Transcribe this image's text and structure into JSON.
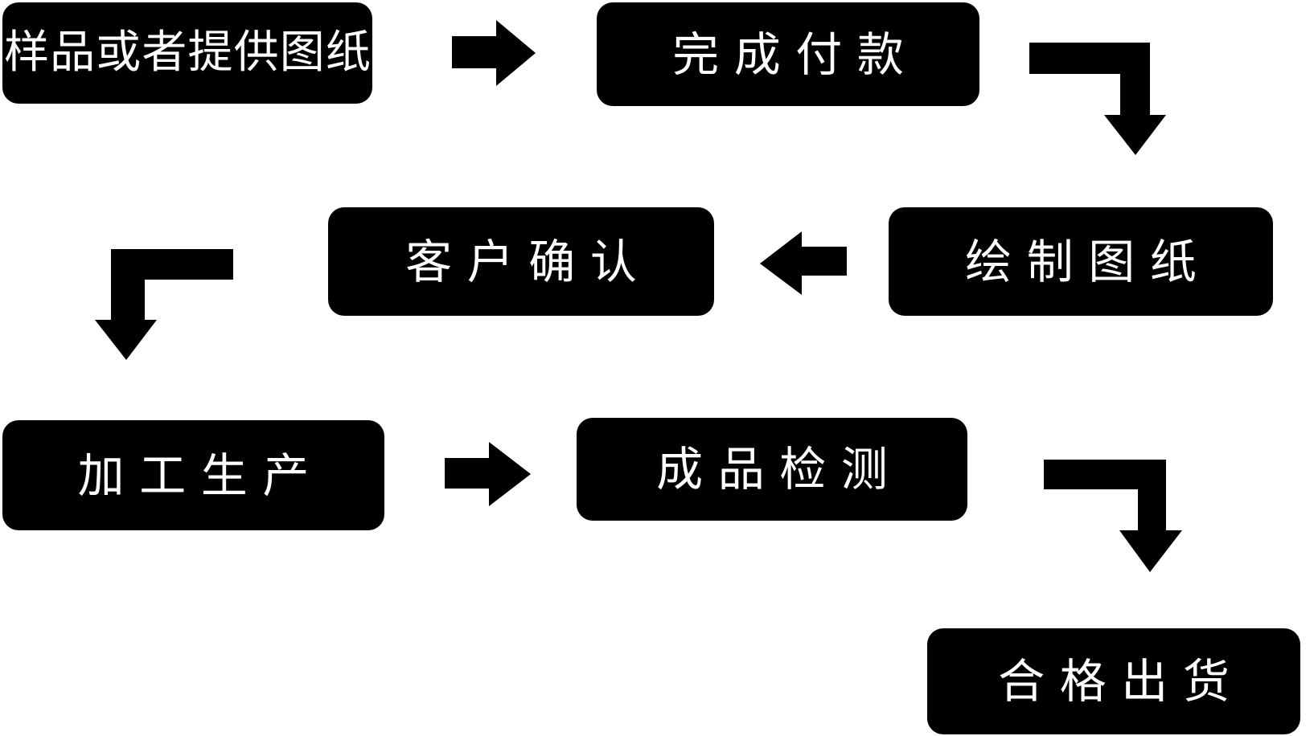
{
  "diagram": {
    "title": "production-process-flowchart",
    "background_color": "#ffffff",
    "node_bg_color": "#000000",
    "node_text_color": "#ffffff",
    "arrow_color": "#000000",
    "nodes": [
      {
        "id": "sample-or-drawings",
        "label": "样品或者提供图纸"
      },
      {
        "id": "complete-payment",
        "label": "完成付款"
      },
      {
        "id": "draw-drawings",
        "label": "绘制图纸"
      },
      {
        "id": "customer-confirmation",
        "label": "客户确认"
      },
      {
        "id": "processing-production",
        "label": "加工生产"
      },
      {
        "id": "product-inspection",
        "label": "成品检测"
      },
      {
        "id": "qualified-shipment",
        "label": "合格出货"
      }
    ],
    "arrows": [
      {
        "name": "arrow-sample-to-payment",
        "shape": "straight-right",
        "from": "样品或者提供图纸",
        "to": "完成付款"
      },
      {
        "name": "arrow-payment-to-draw",
        "shape": "elbow-right-down",
        "from": "完成付款",
        "to": "绘制图纸"
      },
      {
        "name": "arrow-draw-to-confirmation",
        "shape": "straight-left",
        "from": "绘制图纸",
        "to": "客户确认"
      },
      {
        "name": "arrow-confirmation-to-production",
        "shape": "elbow-left-down",
        "from": "客户确认",
        "to": "加工生产"
      },
      {
        "name": "arrow-production-to-inspection",
        "shape": "straight-right",
        "from": "加工生产",
        "to": "成品检测"
      },
      {
        "name": "arrow-inspection-to-shipment",
        "shape": "elbow-right-down",
        "from": "成品检测",
        "to": "合格出货"
      }
    ]
  }
}
